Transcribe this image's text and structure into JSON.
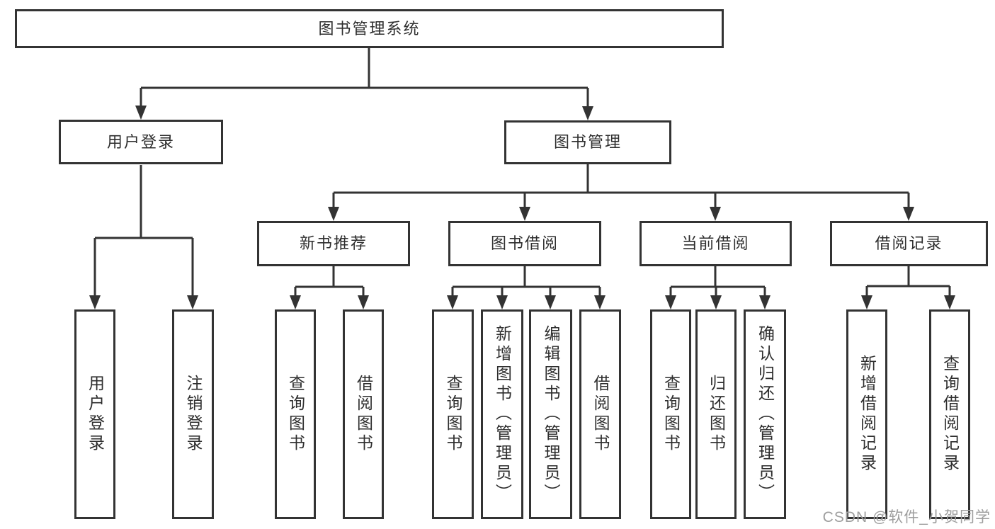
{
  "colors": {
    "background": "#ffffff",
    "line": "#333333",
    "box_border": "#333333",
    "text": "#2e2e2e",
    "watermark": "#9e9e9e"
  },
  "diagram": {
    "title": "图书管理系统",
    "nodes": {
      "root": {
        "label": "图书管理系统"
      },
      "user_login": {
        "label": "用户登录"
      },
      "book_manage": {
        "label": "图书管理"
      },
      "new_book_rec": {
        "label": "新书推荐"
      },
      "book_borrow": {
        "label": "图书借阅"
      },
      "current_borrow": {
        "label": "当前借阅"
      },
      "borrow_records": {
        "label": "借阅记录"
      },
      "leaf_user_login": {
        "label": "用户登录"
      },
      "leaf_logout": {
        "label": "注销登录"
      },
      "leaf_rec_query": {
        "label": "查询图书"
      },
      "leaf_rec_borrow": {
        "label": "借阅图书"
      },
      "leaf_bor_query": {
        "label": "查询图书"
      },
      "leaf_bor_add": {
        "label": "新增图书（管理员）"
      },
      "leaf_bor_edit": {
        "label": "编辑图书（管理员）"
      },
      "leaf_bor_borrow": {
        "label": "借阅图书"
      },
      "leaf_cur_query": {
        "label": "查询图书"
      },
      "leaf_cur_return": {
        "label": "归还图书"
      },
      "leaf_cur_confirm": {
        "label": "确认归还（管理员）"
      },
      "leaf_log_add": {
        "label": "新增借阅记录"
      },
      "leaf_log_query": {
        "label": "查询借阅记录"
      }
    },
    "hierarchy": [
      {
        "parent": "图书管理系统",
        "children": [
          "用户登录",
          "图书管理"
        ]
      },
      {
        "parent": "用户登录",
        "children": [
          "用户登录",
          "注销登录"
        ]
      },
      {
        "parent": "图书管理",
        "children": [
          "新书推荐",
          "图书借阅",
          "当前借阅",
          "借阅记录"
        ]
      },
      {
        "parent": "新书推荐",
        "children": [
          "查询图书",
          "借阅图书"
        ]
      },
      {
        "parent": "图书借阅",
        "children": [
          "查询图书",
          "新增图书（管理员）",
          "编辑图书（管理员）",
          "借阅图书"
        ]
      },
      {
        "parent": "当前借阅",
        "children": [
          "查询图书",
          "归还图书",
          "确认归还（管理员）"
        ]
      },
      {
        "parent": "借阅记录",
        "children": [
          "新增借阅记录",
          "查询借阅记录"
        ]
      }
    ]
  },
  "watermark": {
    "text": "CSDN @软件_小贺同学"
  }
}
